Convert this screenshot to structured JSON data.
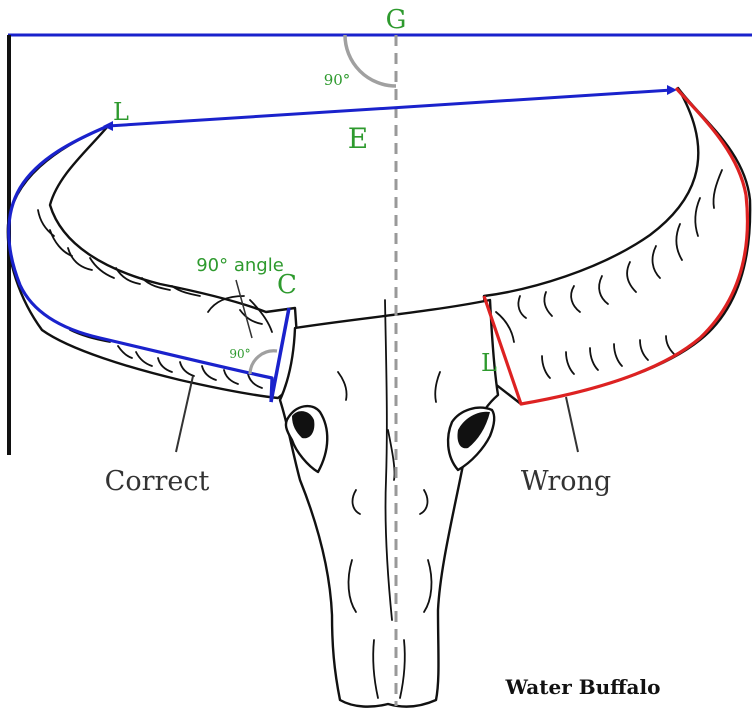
{
  "labels": {
    "g": "G",
    "e": "E",
    "l_left": "L",
    "l_right": "L",
    "c": "C",
    "top_angle": "90°",
    "angle_note": "90° angle",
    "small_angle": "90°",
    "correct": "Correct",
    "wrong": "Wrong",
    "title": "Water Buffalo"
  },
  "colors": {
    "measure_blue": "#1a22cc",
    "wrong_red": "#dd2222",
    "label_green": "#2e9a2e",
    "center_dash": "#999999",
    "angle_gray": "#a0a0a0",
    "outline": "#111111"
  }
}
